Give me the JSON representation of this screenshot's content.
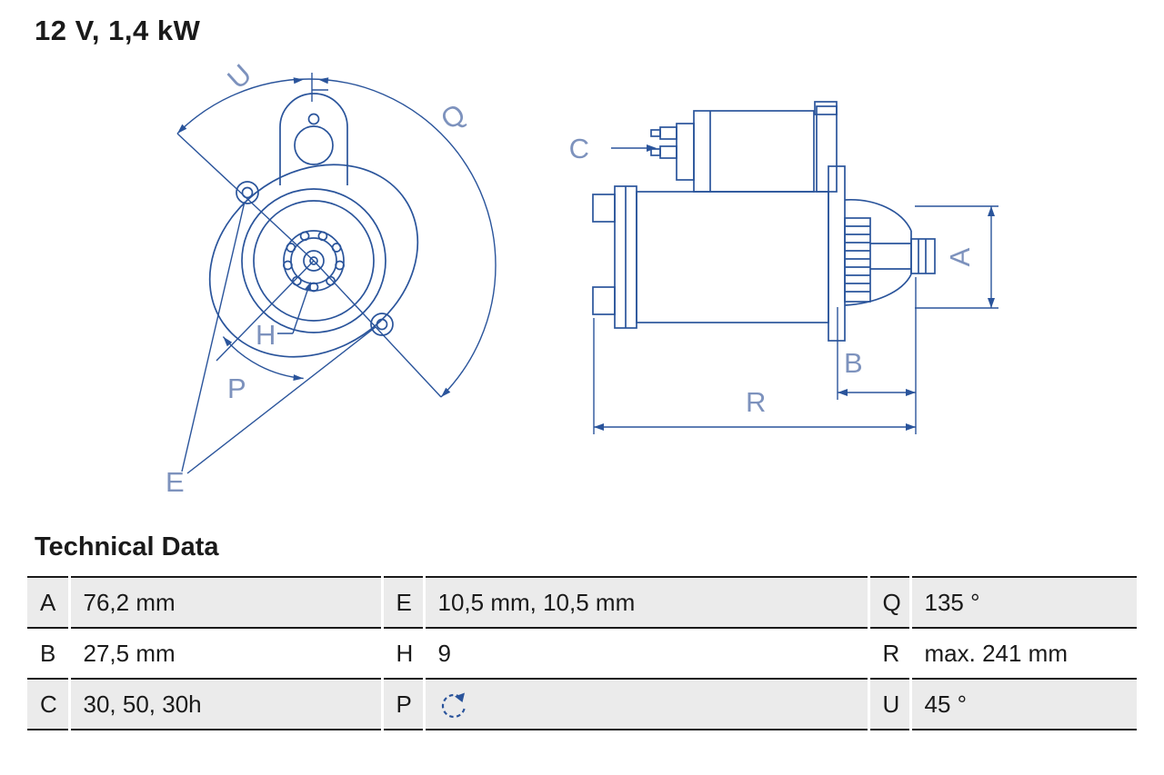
{
  "title": "12 V, 1,4 kW",
  "diagram": {
    "line_color": "#2a549b",
    "label_color": "#7d92bd",
    "front_labels": {
      "u": "U",
      "q": "Q",
      "h": "H",
      "p": "P",
      "e": "E"
    },
    "side_labels": {
      "c": "C",
      "a": "A",
      "b": "B",
      "r": "R"
    }
  },
  "table": {
    "heading": "Technical Data",
    "rows": [
      {
        "k1": "A",
        "v1": "76,2 mm",
        "k2": "E",
        "v2": "10,5 mm, 10,5 mm",
        "k3": "Q",
        "v3": "135 °"
      },
      {
        "k1": "B",
        "v1": "27,5 mm",
        "k2": "H",
        "v2": "9",
        "k3": "R",
        "v3": "max. 241 mm"
      },
      {
        "k1": "C",
        "v1": "30, 50, 30h",
        "k2": "P",
        "v2": "",
        "v2_icon": "rotation-ccw",
        "k3": "U",
        "v3": "45 °"
      }
    ]
  }
}
